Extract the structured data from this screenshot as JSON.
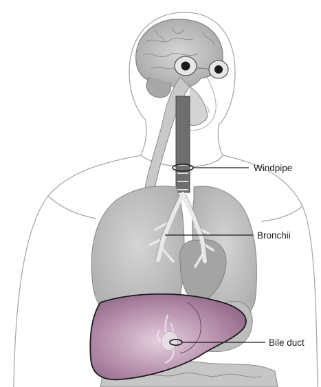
{
  "labels": {
    "windpipe": "Windpipe",
    "bronchii": "Bronchii",
    "bile_duct": "Bile duct"
  },
  "colors": {
    "background": "#ffffff",
    "outline": "#9a9a9a",
    "organ_gray": "#b8b8b8",
    "organ_dark": "#8e8e8e",
    "liver": "#a07898",
    "liver_light": "#d8c0d0",
    "callout": "#1a1a1a"
  }
}
